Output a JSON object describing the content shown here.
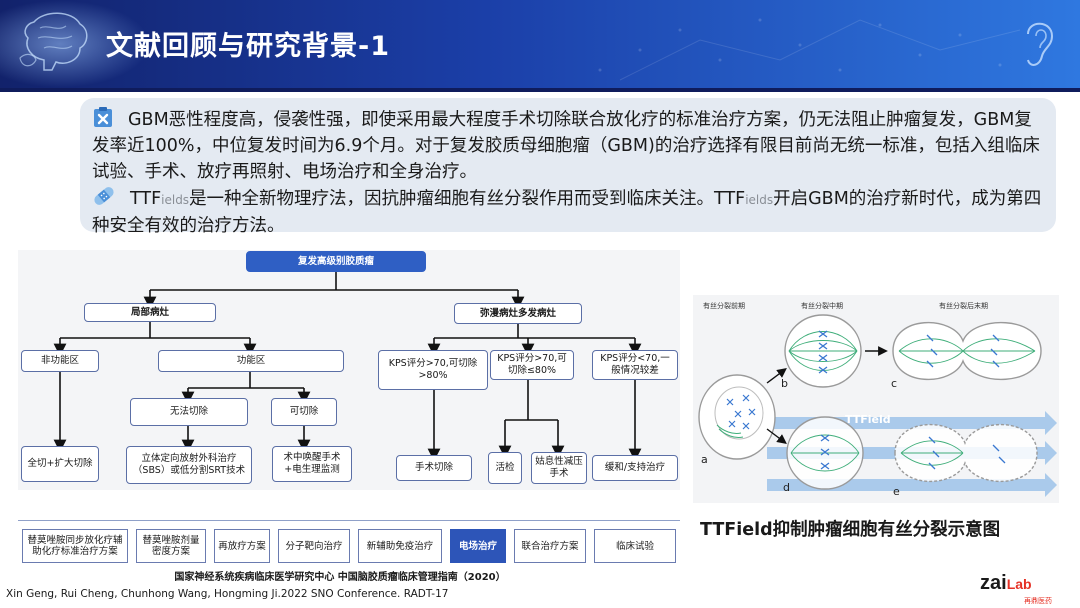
{
  "header": {
    "title": "文献回顾与研究背景-1"
  },
  "textbox": {
    "para1_icon": "clipboard-x-icon",
    "para1": "GBM恶性程度高，侵袭性强，即使采用最大程度手术切除联合放化疗的标准治疗方案，仍无法阻止肿瘤复发，GBM复发率近100%，中位复发时间为6.9个月。对于复发胶质母细胞瘤（GBM)的治疗选择有限目前尚无统一标准，包括入组临床试验、手术、放疗再照射、电场治疗和全身治疗。",
    "para2_icon": "bandage-icon",
    "para2_a": "TTF",
    "para2_b": "ields",
    "para2_c": "是一种全新物理疗法，因抗肿瘤细胞有丝分裂作用而受到临床关注。TTF",
    "para2_d": "ields",
    "para2_e": "开启GBM的治疗新时代，成为第四种安全有效的治疗方法。"
  },
  "flowchart": {
    "root": "复发高级别胶质瘤",
    "local": "局部病灶",
    "diffuse": "弥漫病灶多发病灶",
    "nonfunctional": "非功能区",
    "functional": "功能区",
    "unresectable": "无法切除",
    "resectable": "可切除",
    "kps1": "KPS评分>70,可切除>80%",
    "kps2": "KPS评分>70,可切除≤80%",
    "kps3": "KPS评分<70,一般情况较差",
    "total_resection": "全切+扩大切除",
    "srs": "立体定向放射外科治疗（SBS）或低分割SRT技术",
    "intraop": "术中唤醒手术+电生理监测",
    "surgery": "手术切除",
    "biopsy": "活检",
    "decompression": "姑息性减压手术",
    "palliative": "缓和/支持治疗"
  },
  "bottom_row": [
    {
      "label": "替莫唑胺同步放化疗辅助化疗标准治疗方案",
      "active": false
    },
    {
      "label": "替莫唑胺剂量密度方案",
      "active": false
    },
    {
      "label": "再放疗方案",
      "active": false
    },
    {
      "label": "分子靶向治疗",
      "active": false
    },
    {
      "label": "新辅助免疫治疗",
      "active": false
    },
    {
      "label": "电场治疗",
      "active": true
    },
    {
      "label": "联合治疗方案",
      "active": false
    },
    {
      "label": "临床试验",
      "active": false
    }
  ],
  "guide_caption": "国家神经系统疾病临床医学研究中心 中国脑胶质瘤临床管理指南（2020）",
  "reference": "Xin Geng, Rui Cheng, Chunhong Wang, Hongming Ji.2022 SNO Conference. RADT-17",
  "figure": {
    "phase_early": "有丝分裂前期",
    "phase_mid": "有丝分裂中期",
    "phase_late": "有丝分裂后末期",
    "label_a": "a",
    "label_b": "b",
    "label_c": "c",
    "label_d": "d",
    "label_e": "e",
    "ttfield": "TTField",
    "caption": "TTField抑制肿瘤细胞有丝分裂示意图"
  },
  "logo": {
    "main": "zai",
    "lab": "Lab",
    "sub": "再鼎医药"
  },
  "colors": {
    "header_dark": "#12226b",
    "header_light": "#2f78e0",
    "active_cell": "#2d55b8",
    "logo_red": "#e53024"
  }
}
